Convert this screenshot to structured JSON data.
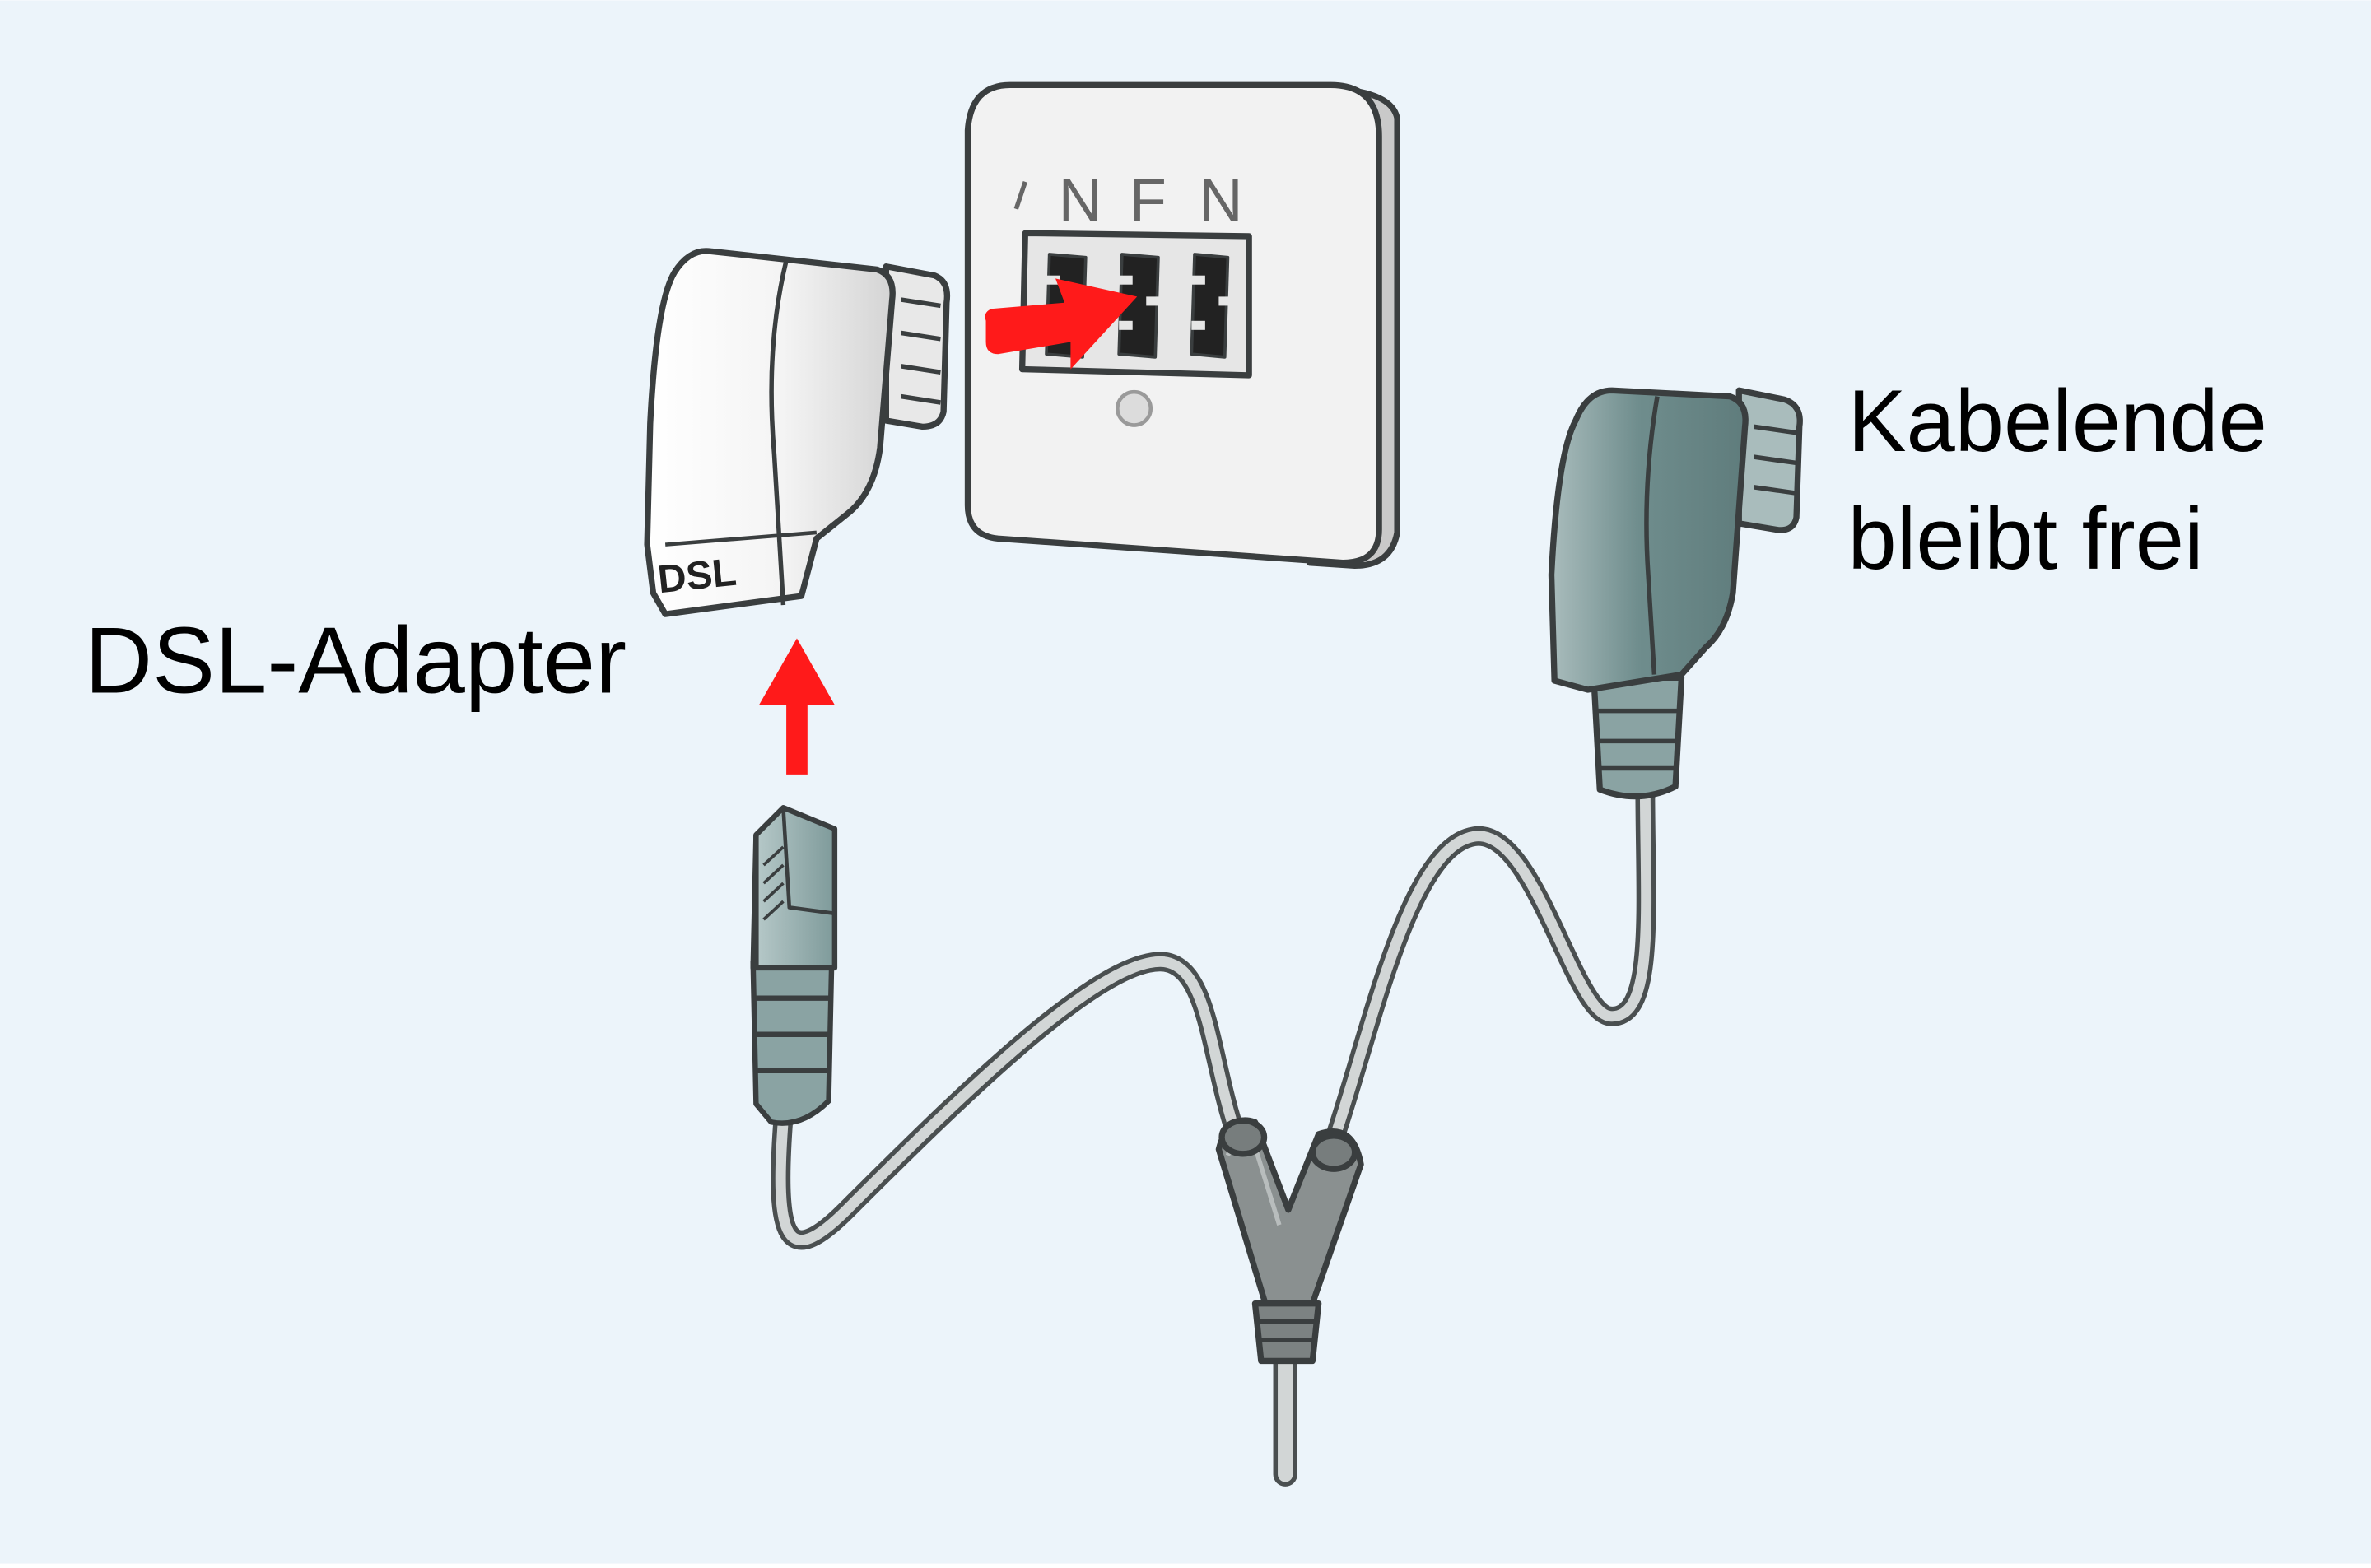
{
  "labels": {
    "dsl_adapter": "DSL-Adapter",
    "cable_end_line1": "Kabelende",
    "cable_end_line2": "bleibt frei",
    "adapter_mark": "DSL"
  },
  "socket": {
    "port_labels": [
      "N",
      "F",
      "N"
    ]
  },
  "colors": {
    "background": "#ecf4fa",
    "arrow": "#ff1a1a",
    "socket_face": "#f2f2f2",
    "cable": "#d2d6d6",
    "tae_plug": "#6f8d8d"
  },
  "icons": {
    "arrow_up": "arrow-up-icon",
    "arrow_right": "arrow-right-icon"
  }
}
